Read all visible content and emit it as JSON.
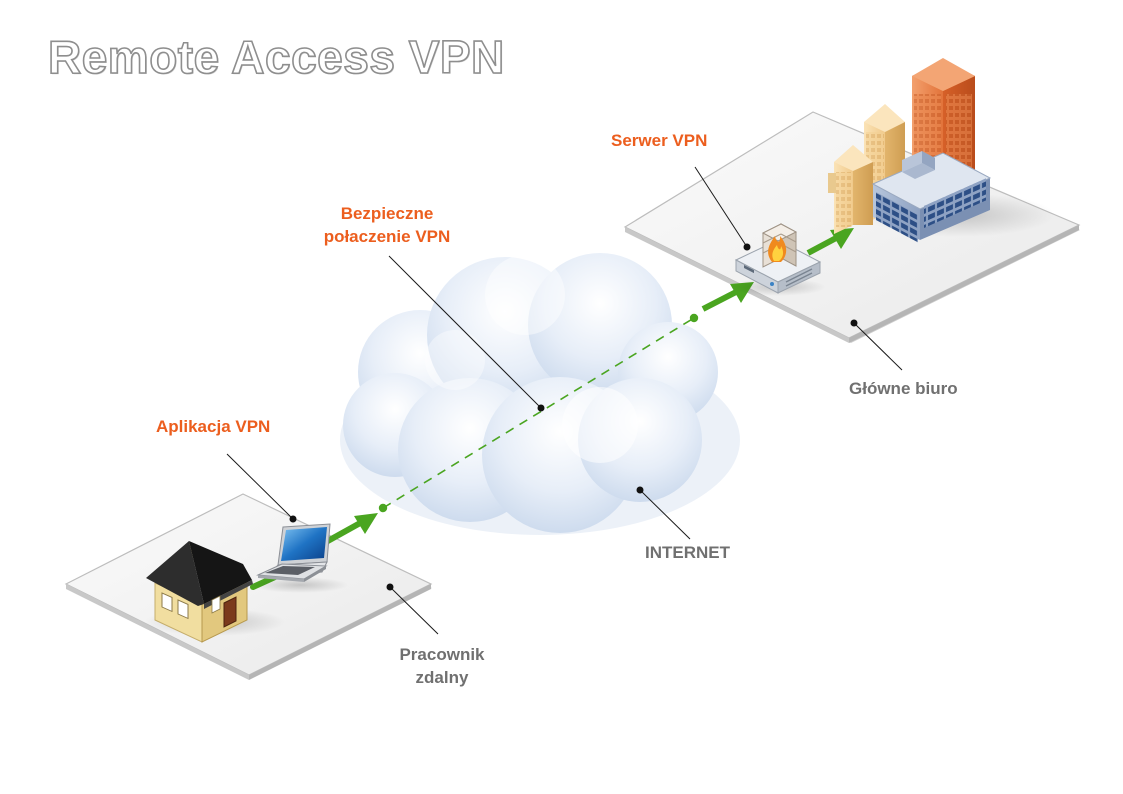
{
  "title": "Remote Access VPN",
  "labels": {
    "vpn_app": "Aplikacja VPN",
    "secure_connection_line1": "Bezpieczne",
    "secure_connection_line2": "połaczenie VPN",
    "vpn_server": "Serwer VPN",
    "internet": "INTERNET",
    "head_office": "Główne biuro",
    "remote_worker_line1": "Pracownik",
    "remote_worker_line2": "zdalny"
  },
  "colors": {
    "accent": "#ec5e1e",
    "muted": "#707070",
    "arrow": "#4aa520",
    "dashed_link": "#4aa520",
    "title_outline": "#8e8e8e"
  },
  "icons": [
    "house-icon",
    "laptop-icon",
    "cloud-icon",
    "vpn-server-icon",
    "firewall-icon",
    "office-buildings-icon"
  ]
}
